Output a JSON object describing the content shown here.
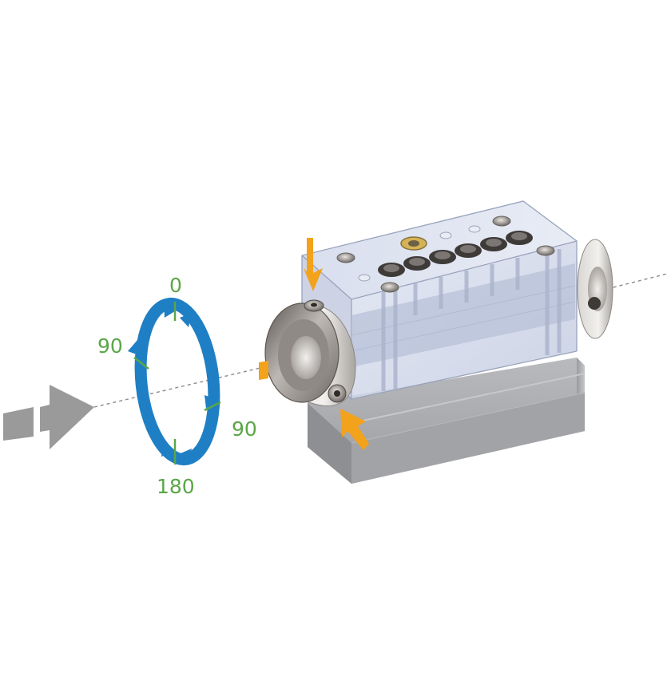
{
  "diagram": {
    "angle_labels": {
      "top": "0",
      "left": "90",
      "right": "90",
      "bottom": "180"
    },
    "colors": {
      "rotation_ring": "#1f7fc4",
      "angle_text": "#5aa647",
      "clamp_arrows": "#f3a21b",
      "feed_arrow": "#9a9a9a",
      "axis_line": "#8a8a8a",
      "base_block": "#a9aaad",
      "transparent_housing": "#c9d2e6",
      "collar": "#8c8783"
    },
    "icons": {
      "feed": "feed-direction-arrow-icon",
      "rotation": "rotation-ring-icon",
      "clamp": "clamp-force-arrow-icon"
    }
  }
}
